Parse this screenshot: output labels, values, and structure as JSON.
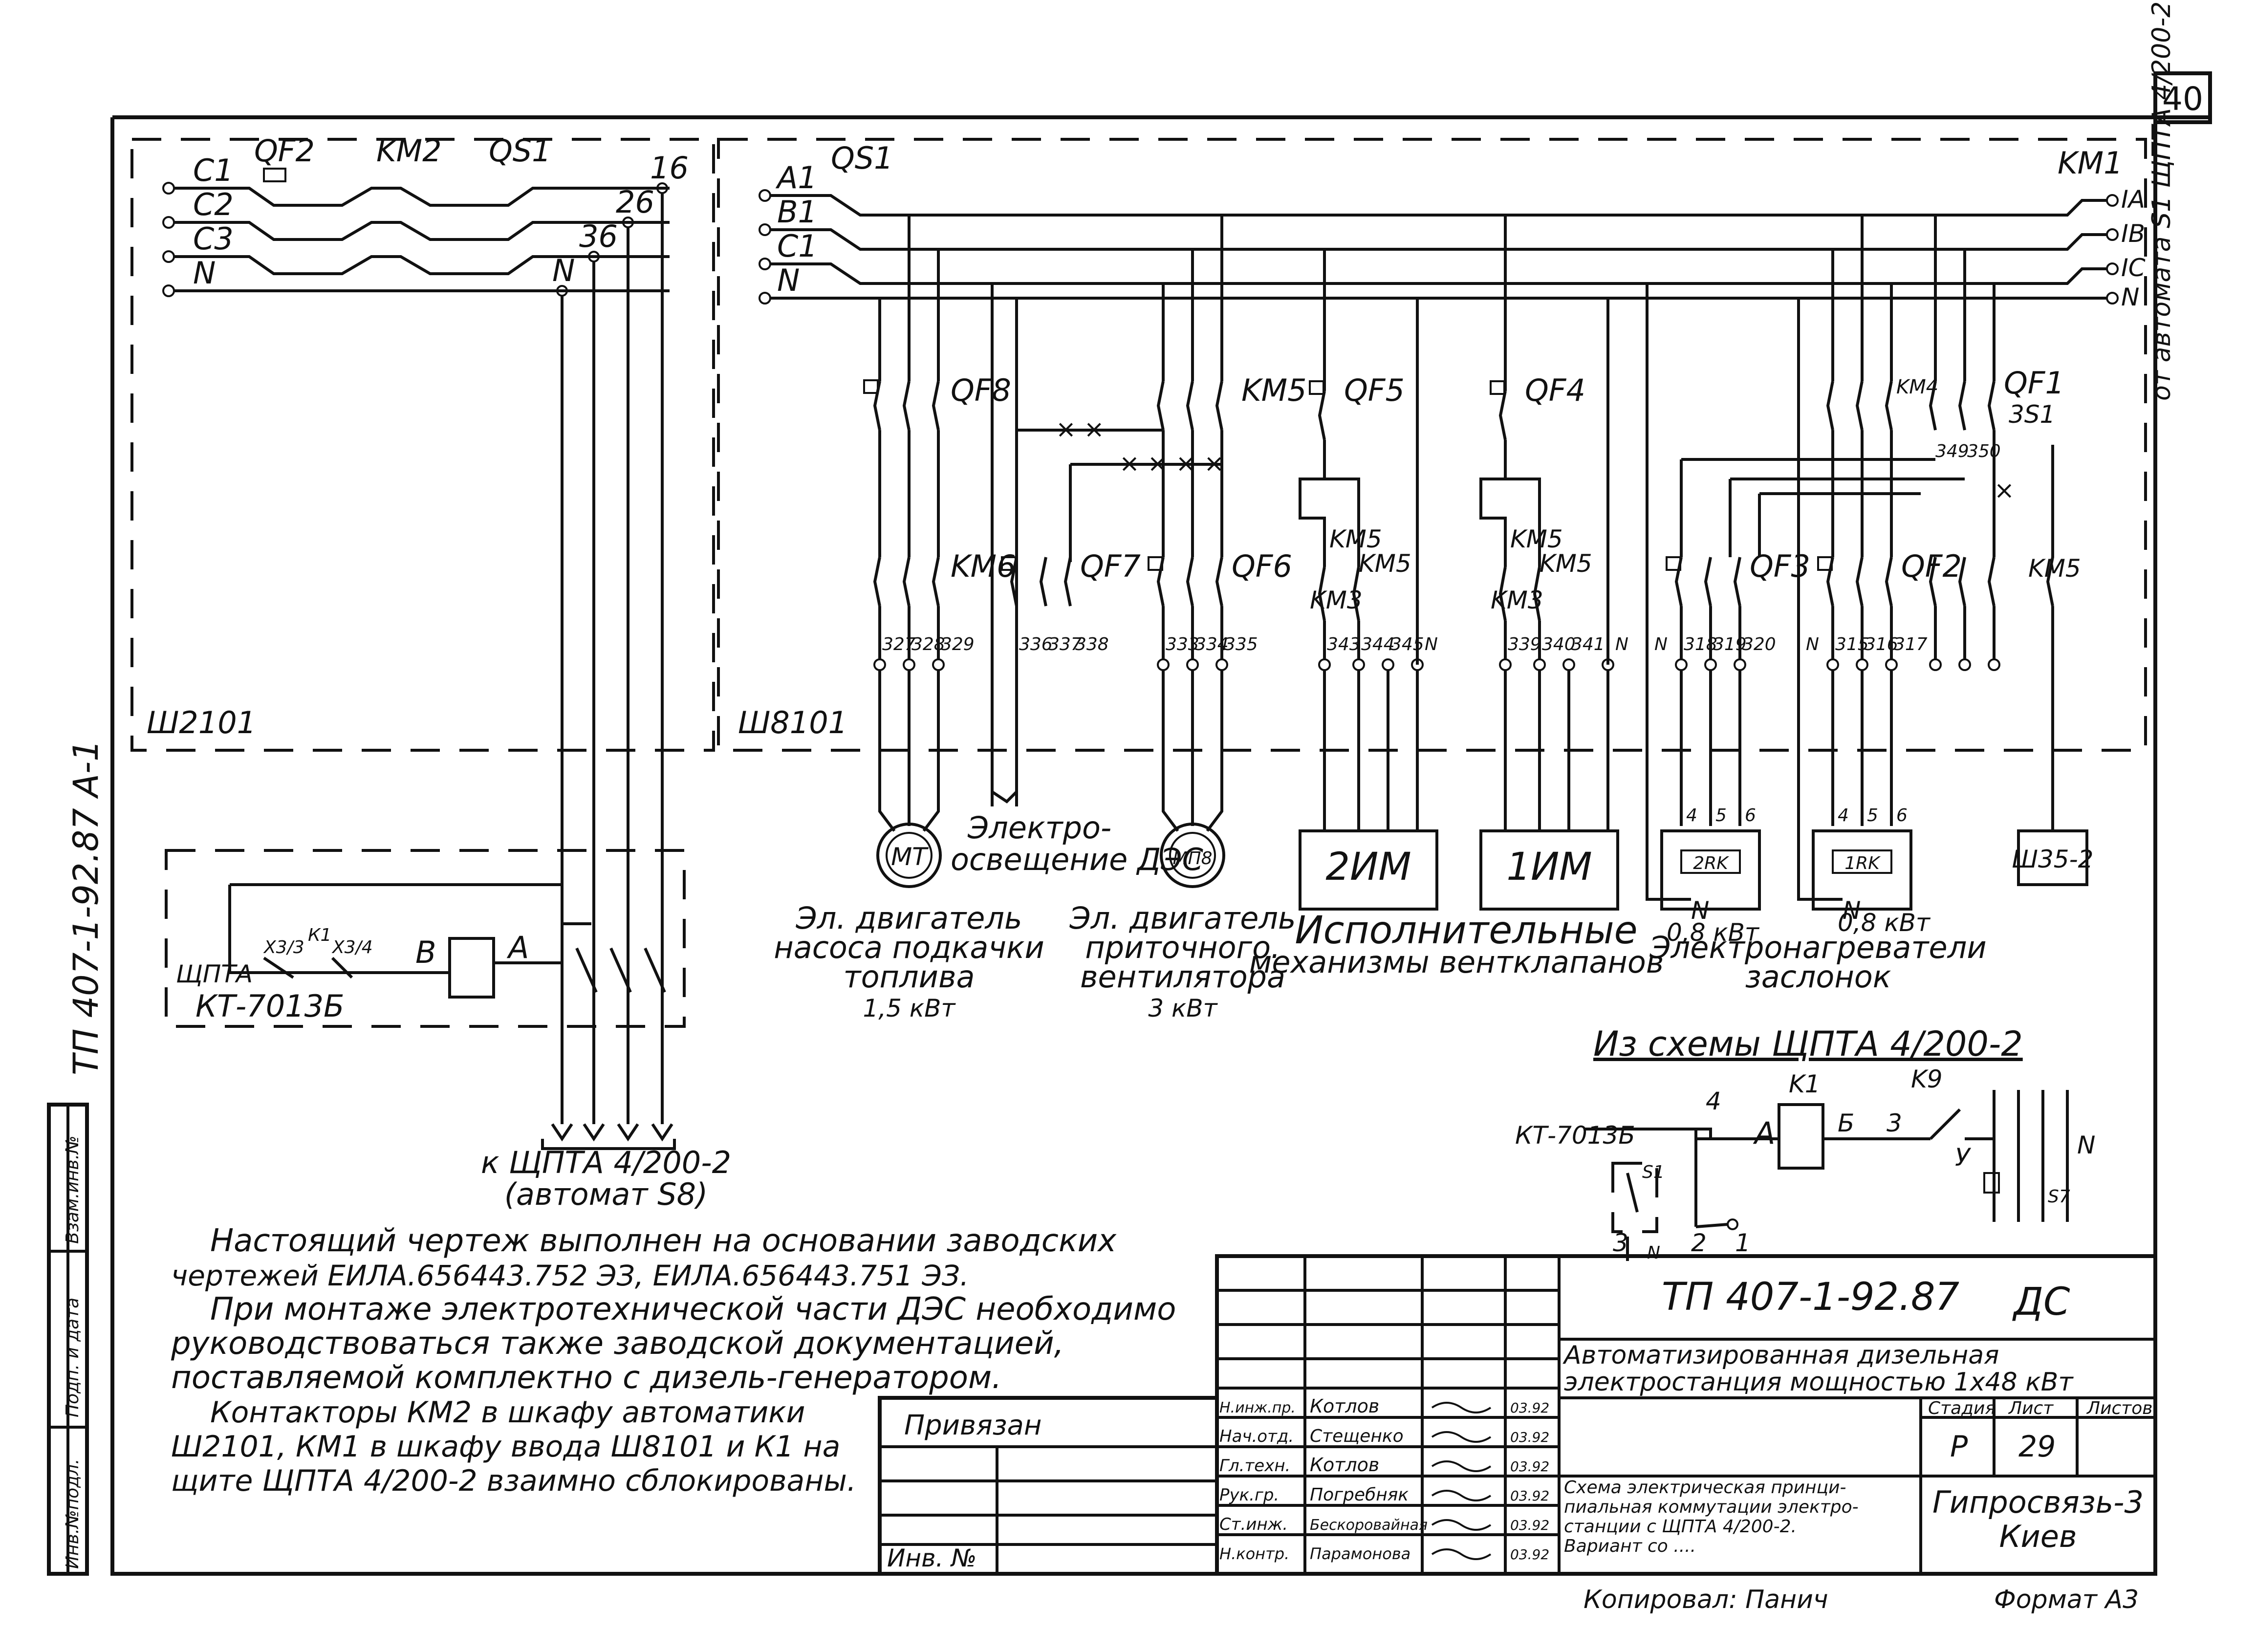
{
  "page_number": "40",
  "side_code": "ТП 407-1-92.87 А-1",
  "side_stamp": [
    "Инв.№подл.",
    "Подп. и дата",
    "Взам.инв.№"
  ],
  "mains": {
    "inputs_left": [
      "C1",
      "C2",
      "C3",
      "N"
    ],
    "breaker_qf2": "QF2",
    "contactor_km2": "KM2",
    "switch_qs1_left": "QS1",
    "terminals_left": [
      "16",
      "26",
      "36",
      "N"
    ],
    "inputs_right": [
      "A1",
      "B1",
      "C1",
      "N"
    ],
    "switch_qs1_right": "QS1",
    "contactor_km1": "KM1",
    "terminals_right": [
      "IA",
      "IB",
      "IC",
      "N"
    ],
    "source_note": "от автомата S1 ЩПТА 4/200-2"
  },
  "cabinets": {
    "left": "Ш2101",
    "right": "Ш8101"
  },
  "branch_devices": {
    "qf8": "QF8",
    "km6": "KM6",
    "qf7": "QF7",
    "km5_top": "KM5",
    "qf6": "QF6",
    "qf5": "QF5",
    "qf4": "QF4",
    "km5_a": "KM5",
    "km5_b": "KM5",
    "km3_a": "KM3",
    "km5_c": "KM5",
    "km5_d": "KM5",
    "km3_b": "KM3",
    "km4": "KM4",
    "qf1": "QF1",
    "ss1": "3S1",
    "t349": "349",
    "t350": "350",
    "qf3": "QF3",
    "qf2": "QF2",
    "km5_e": "KM5"
  },
  "terminals": {
    "motor_mt": [
      "327",
      "328",
      "329"
    ],
    "lighting": [
      "336",
      "337",
      "338"
    ],
    "motor_mp8": [
      "333",
      "334",
      "335"
    ],
    "im2": [
      "343",
      "344",
      "345",
      "N"
    ],
    "im1": [
      "339",
      "340",
      "341",
      "N"
    ],
    "heater_2rk": [
      "N",
      "318",
      "319",
      "320"
    ],
    "heater_1rk": [
      "N",
      "315",
      "316",
      "317"
    ],
    "heater_tails": [
      "4",
      "5",
      "6"
    ]
  },
  "loads": {
    "motor_mt": "MT",
    "motor_mp8": "MП8",
    "im2": "2ИМ",
    "im1": "1ИМ",
    "rk2": "2RK",
    "rk1": "1RK",
    "sh352": "Ш35-2",
    "n_label": "N",
    "lighting_caption": [
      "Электро-",
      "освещение ДЭС"
    ],
    "pump_caption": [
      "Эл. двигатель",
      "насоса подкачки",
      "топлива",
      "1,5 кВт"
    ],
    "fan_caption": [
      "Эл. двигатель",
      "приточного.",
      "вентилятора",
      "3 кВт"
    ],
    "im_caption": [
      "Исполнительные",
      "механизмы вентклапанов"
    ],
    "heater_power_a": "0,8 кВт",
    "heater_power_b": "0,8 кВт",
    "heater_caption": [
      "Электронагреватели",
      "заслонок"
    ]
  },
  "controller": {
    "device": "КТ-7013Б",
    "panel": "ЩПТА",
    "contacts": [
      "Х3/3",
      "К1",
      "Х3/4"
    ],
    "markers": [
      "В",
      "А"
    ],
    "output_caption": [
      "к ЩПТА 4/200-2",
      "(автомат S8)"
    ]
  },
  "inset": {
    "title": "Из схемы ЩПТА 4/200-2",
    "device": "КТ-7013Б",
    "relay": "K1",
    "switch": "K9",
    "markers": [
      "4",
      "А",
      "Б",
      "3",
      "У",
      "3",
      "N",
      "2",
      "1",
      "S1",
      "S7",
      "N"
    ]
  },
  "notes": [
    "Настоящий чертеж выполнен на основании заводских",
    "чертежей ЕИЛА.656443.752 ЭЗ, ЕИЛА.656443.751 ЭЗ.",
    "При монтаже электротехнической части ДЭС необходимо",
    "руководствоваться также заводской документацией,",
    "поставляемой комплектно с дизель-генератором.",
    "Контакторы КМ2 в шкафу автоматики",
    "Ш2101, КМ1 в шкафу ввода Ш8101 и К1 на",
    "щите ЩПТА 4/200-2 взаимно сблокированы."
  ],
  "bind_stamp": {
    "title": "Привязан",
    "inv": "Инв. №"
  },
  "title_block": {
    "doc_code": "ТП 407-1-92.87",
    "doc_mark": "ДС",
    "project": [
      "Автоматизированная дизельная",
      "электростанция мощностью 1х48 кВт"
    ],
    "stage_head": "Стадия",
    "sheet_head": "Лист",
    "sheets_head": "Листов",
    "stage": "Р",
    "sheet": "29",
    "drawing_title": [
      "Схема электрическая принци-",
      "пиальная коммутации электро-",
      "станции с ЩПТА 4/200-2.",
      "Вариант со ...."
    ],
    "org": [
      "Гипросвязь-3",
      "Киев"
    ],
    "roles": [
      "Н.инж.пр.",
      "Нач.отд.",
      "Гл.техн.",
      "Рук.гр.",
      "Ст.инж.",
      "Н.контр."
    ],
    "names": [
      "Котлов",
      "Стещенко",
      "Котлов",
      "Погребняк",
      "Бескоровайная",
      "Парамонова"
    ],
    "dates": [
      "03.92",
      "03.92",
      "03.92",
      "03.92",
      "03.92",
      "03.92"
    ],
    "footer_left": "Копировал: Панич",
    "footer_right": "Формат А3"
  }
}
